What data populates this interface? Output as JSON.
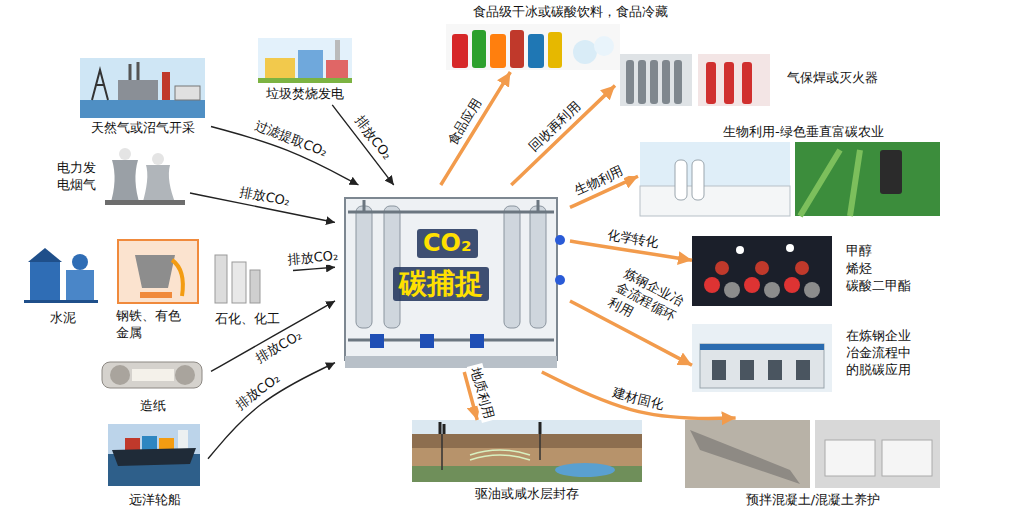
{
  "diagram": {
    "nodes": [
      {
        "text": [
          "天然气或沼气开采"
        ]
      },
      {
        "text": [
          "垃圾焚烧发电"
        ]
      },
      {
        "text": [
          "电力发电烟气"
        ]
      },
      {
        "text": [
          "水泥"
        ]
      },
      {
        "text": [
          "钢铁、有色金属"
        ]
      },
      {
        "text": [
          "石化、化工"
        ]
      },
      {
        "text": [
          "造纸"
        ]
      },
      {
        "text": [
          "远洋轮船"
        ]
      },
      {
        "text": [
          "CO₂",
          "碳捕捉"
        ]
      },
      {
        "text": [
          "食品级干冰或碳酸饮料，食品冷藏"
        ]
      },
      {
        "text": [
          "气保焊或灭火器"
        ]
      },
      {
        "text": [
          "生物利用-绿色垂直富碳农业"
        ]
      },
      {
        "text": [
          "甲醇 烯烃 碳酸二甲酯"
        ]
      },
      {
        "text": [
          "在炼钢企业冶金流程中的脱碳应用"
        ]
      },
      {
        "text": [
          "预拌混凝土/混凝土养护"
        ]
      },
      {
        "text": [
          "驱油或咸水层封存"
        ]
      }
    ],
    "edges": [
      {
        "from": 0,
        "to": 8,
        "label": "过滤提取CO₂",
        "arrow": "to"
      },
      {
        "from": 1,
        "to": 8,
        "label": "排放CO₂",
        "arrow": "to"
      },
      {
        "from": 2,
        "to": 8,
        "label": "排放CO₂",
        "arrow": "to"
      },
      {
        "from": 5,
        "to": 8,
        "label": "排放CO₂",
        "arrow": "to"
      },
      {
        "from": 6,
        "to": 8,
        "label": "排放CO₂",
        "arrow": "to"
      },
      {
        "from": 7,
        "to": 8,
        "label": "排放CO₂",
        "arrow": "to"
      },
      {
        "from": 8,
        "to": 9,
        "label": "食品应用",
        "arrow": "to"
      },
      {
        "from": 8,
        "to": 10,
        "label": "回收再利用",
        "arrow": "to"
      },
      {
        "from": 8,
        "to": 11,
        "label": "生物利用",
        "arrow": "to"
      },
      {
        "from": 8,
        "to": 12,
        "label": "化学转化",
        "arrow": "to"
      },
      {
        "from": 8,
        "to": 13,
        "label": "炼钢企业冶金流程循环利用",
        "arrow": "to"
      },
      {
        "from": 8,
        "to": 14,
        "label": "建材固化",
        "arrow": "to"
      },
      {
        "from": 8,
        "to": 15,
        "label": "地质利用",
        "arrow": "to"
      }
    ]
  }
}
